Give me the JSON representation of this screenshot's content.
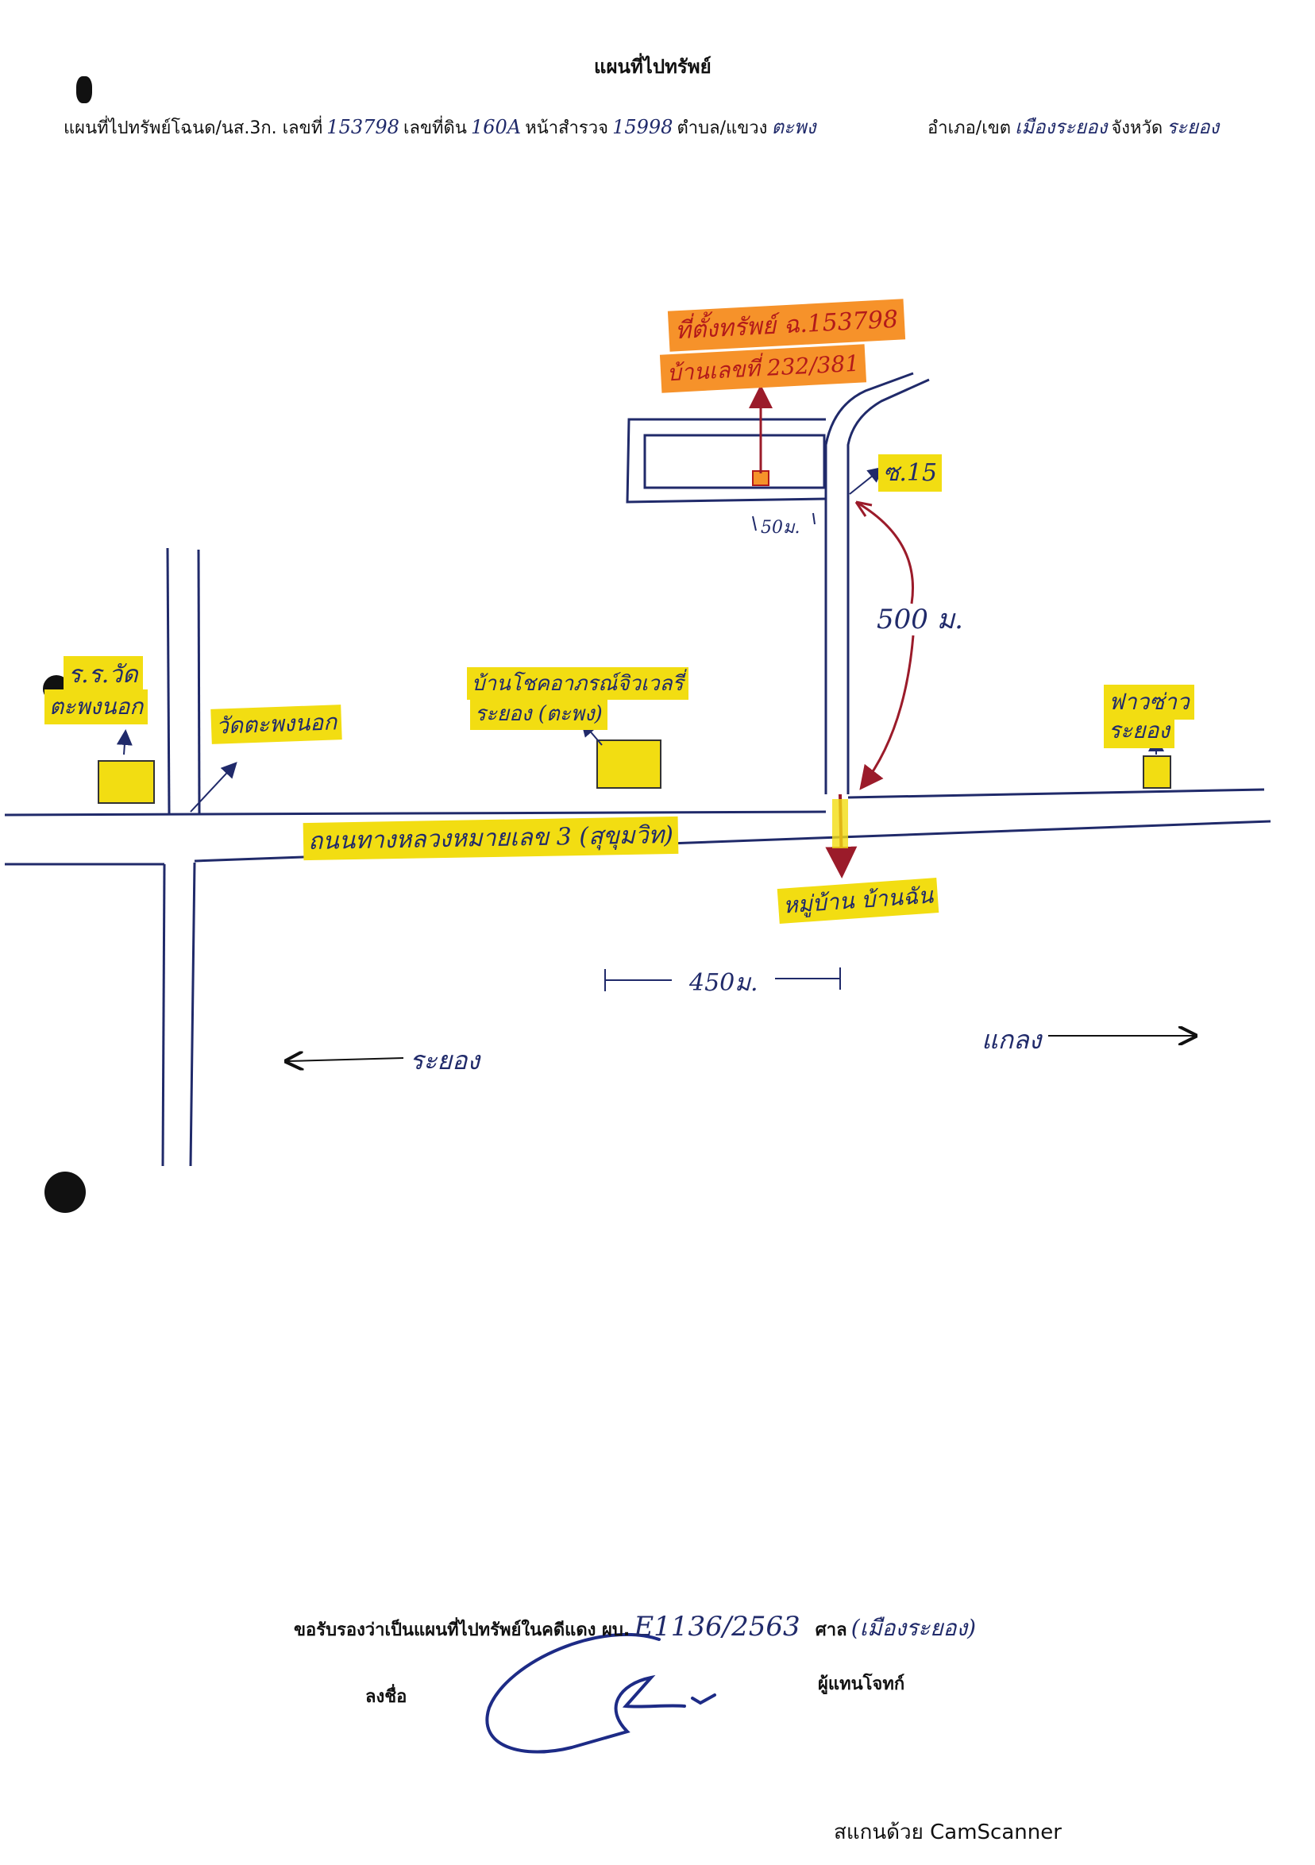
{
  "title": "แผนที่ไปทรัพย์",
  "header": {
    "prefix": "แผนที่ไปทรัพย์โฉนด/นส.3ก. เลขที่",
    "deed_no": "153798",
    "land_no_label": "เลขที่ดิน",
    "land_no": "160A",
    "survey_page_label": "หน้าสำรวจ",
    "survey_page": "15998",
    "subdistrict_label": "ตำบล/แขวง",
    "subdistrict": "ตะพง",
    "district_label": "อำเภอ/เขต",
    "district": "เมืองระยอง",
    "province_label": "จังหวัด",
    "province": "ระยอง"
  },
  "property": {
    "label_line1": "ที่ตั้งทรัพย์ ฉ.153798",
    "label_line2": "บ้านเลขที่ 232/381"
  },
  "landmarks": {
    "soi": "ซ.15",
    "dist_50m": "50ม.",
    "dist_500m": "500 ม.",
    "dist_450m": "450ม.",
    "school_line1": "ร.ร.วัด",
    "school_line2": "ตะพงนอก",
    "temple": "วัดตะพงนอก",
    "shop_line1": "บ้านโชคอาภรณ์จิวเวลรี่",
    "shop_line2": "ระยอง (ตะพง)",
    "motorcycle_line1": "ฟาวซ่าว",
    "motorcycle_line2": "ระยอง",
    "highway": "ถนนทางหลวงหมายเลข 3 (สุขุมวิท)",
    "village": "หมู่บ้าน บ้านฉัน",
    "dir_left": "ระยอง",
    "dir_right": "แกลง"
  },
  "certification": {
    "text": "ขอรับรองว่าเป็นแผนที่ไปทรัพย์ในคดีแดง ผบ.",
    "case_no": "E1136/2563",
    "court_label": "ศาล",
    "court": "(เมืองระยอง)",
    "sign_label": "ลงชื่อ",
    "role": "ผู้แทนโจทก์"
  },
  "footer": {
    "scanner": "สแกนด้วย CamScanner"
  },
  "colors": {
    "highlight_yellow": "#f2dd12",
    "highlight_orange": "#f6922a",
    "ink_blue": "#202a6a",
    "ink_red": "#9b1b2a",
    "ink_black": "#111111"
  }
}
